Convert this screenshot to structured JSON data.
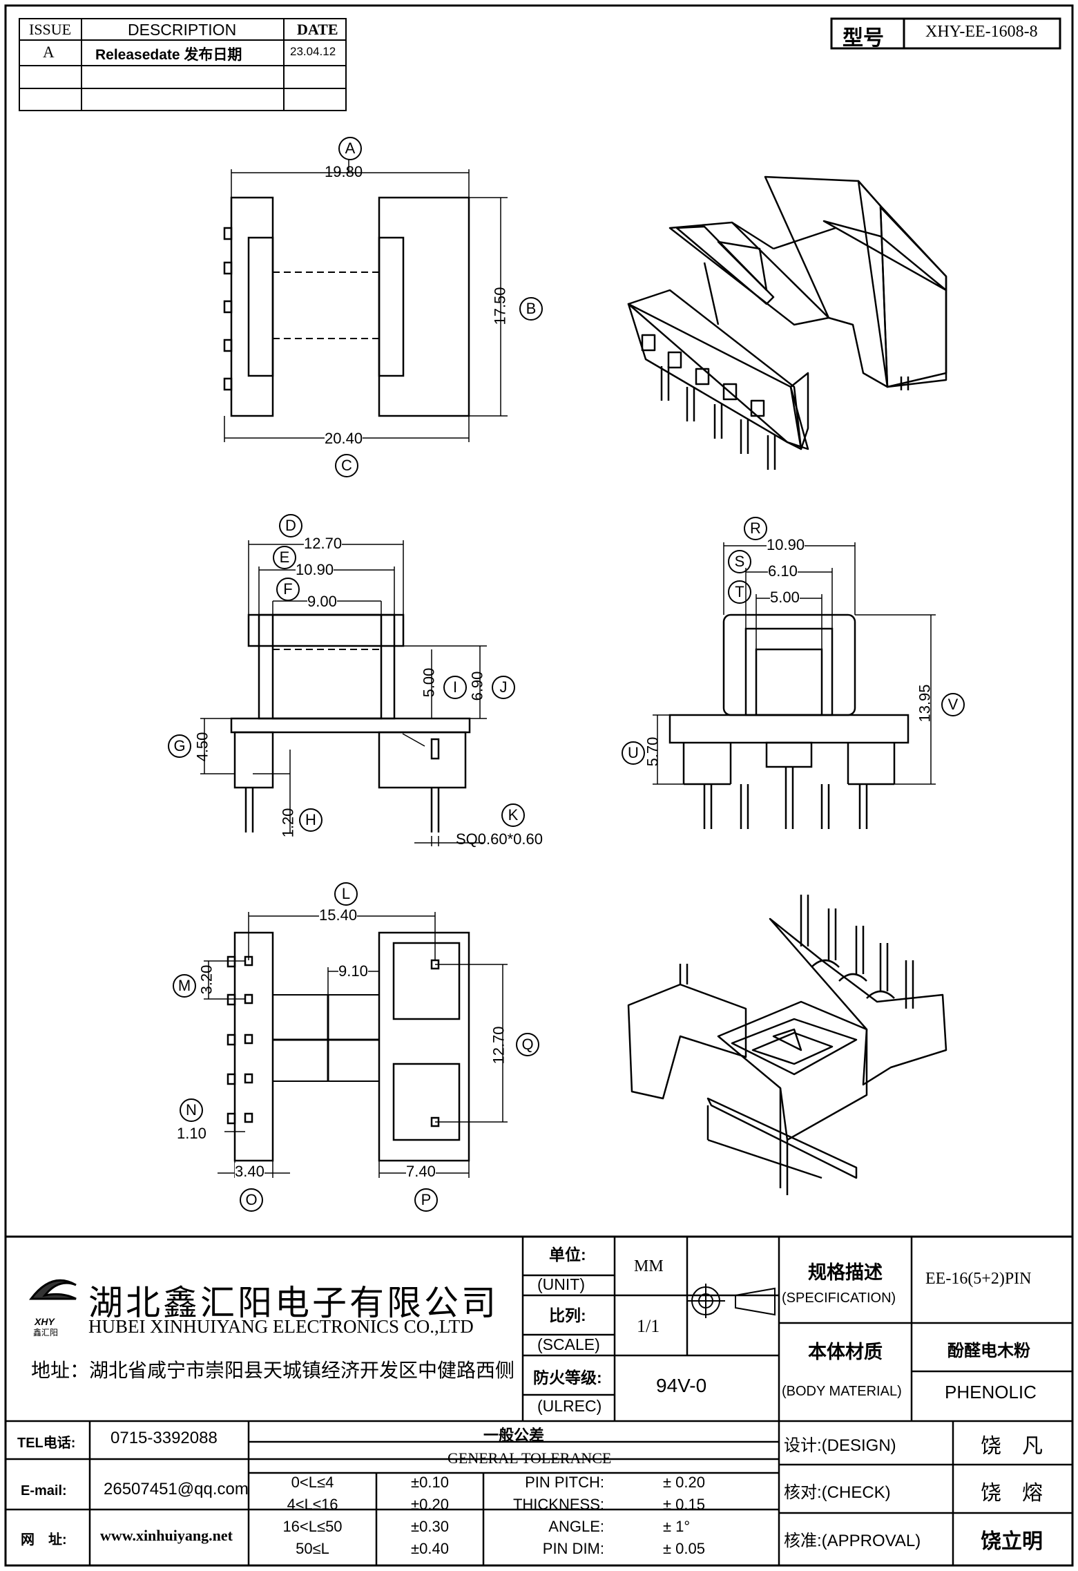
{
  "revision_table": {
    "headers": {
      "issue": "ISSUE",
      "description": "DESCRIPTION",
      "date": "DATE"
    },
    "rows": [
      {
        "issue": "A",
        "description": "Releasedate 发布日期",
        "date": "23.04.12"
      },
      {
        "issue": "",
        "description": "",
        "date": ""
      },
      {
        "issue": "",
        "description": "",
        "date": ""
      }
    ]
  },
  "model_box": {
    "label": "型号",
    "value": "XHY-EE-1608-8"
  },
  "dimensions": {
    "A": {
      "letter": "A",
      "value": "19.80"
    },
    "B": {
      "letter": "B",
      "value": "17.50"
    },
    "C": {
      "letter": "C",
      "value": "20.40"
    },
    "D": {
      "letter": "D",
      "value": "12.70"
    },
    "E": {
      "letter": "E",
      "value": "10.90"
    },
    "F": {
      "letter": "F",
      "value": "9.00"
    },
    "G": {
      "letter": "G",
      "value": "4.50"
    },
    "H": {
      "letter": "H",
      "value": "1.20"
    },
    "I": {
      "letter": "I",
      "value": "5.00"
    },
    "J": {
      "letter": "J",
      "value": "6.90"
    },
    "K": {
      "letter": "K",
      "value": "SQ0.60*0.60"
    },
    "L": {
      "letter": "L",
      "value": "15.40"
    },
    "M": {
      "letter": "M",
      "value": "3.20"
    },
    "N": {
      "letter": "N",
      "value": "1.10"
    },
    "O": {
      "letter": "O",
      "value": "3.40"
    },
    "P": {
      "letter": "P",
      "value": "7.40"
    },
    "Q": {
      "letter": "Q",
      "value": "12.70"
    },
    "R": {
      "letter": "R",
      "value": "10.90"
    },
    "S": {
      "letter": "S",
      "value": "6.10"
    },
    "T": {
      "letter": "T",
      "value": "5.00"
    },
    "U": {
      "letter": "U",
      "value": "5.70"
    },
    "V": {
      "letter": "V",
      "value": "13.95"
    },
    "extra": {
      "value": "9.10"
    }
  },
  "company": {
    "name_cn": "湖北鑫汇阳电子有限公司",
    "name_en": "HUBEI XINHUIYANG ELECTRONICS CO.,LTD",
    "logo_text": "XHY",
    "logo_sub": "鑫汇阳",
    "address": "地址：湖北省咸宁市崇阳县天城镇经济开发区中健路西侧"
  },
  "title_block": {
    "unit_label_cn": "单位:",
    "unit_label_en": "(UNIT)",
    "unit_value": "MM",
    "scale_label_cn": "比列:",
    "scale_label_en": "(SCALE)",
    "scale_value": "1/1",
    "ulrec_label_cn": "防火等级:",
    "ulrec_label_en": "(ULREC)",
    "ulrec_value": "94V-0",
    "spec_label_cn": "规格描述",
    "spec_label_en": "(SPECIFICATION)",
    "spec_value": "EE-16(5+2)PIN",
    "material_label_cn": "本体材质",
    "material_label_en": "(BODY MATERIAL)",
    "material_value_cn": "酚醛电木粉",
    "material_value_en": "PHENOLIC"
  },
  "contact": {
    "tel_label": "TEL电话:",
    "tel_value": "0715-3392088",
    "email_label": "E-mail:",
    "email_value": "26507451@qq.com",
    "web_label": "网　址:",
    "web_value": "www.xinhuiyang.net"
  },
  "tolerance": {
    "title_cn": "一般公差",
    "title_en": "GENERAL TOLERANCE",
    "ranges": [
      {
        "range": "0<L≤4",
        "tol": "±0.10"
      },
      {
        "range": "4<L≤16",
        "tol": "±0.20"
      },
      {
        "range": "16<L≤50",
        "tol": "±0.30"
      },
      {
        "range": "50≤L",
        "tol": "±0.40"
      }
    ],
    "params": [
      {
        "name": "PIN PITCH:",
        "value": "± 0.20"
      },
      {
        "name": "THICKNESS:",
        "value": "± 0.15"
      },
      {
        "name": "ANGLE:",
        "value": "± 1°"
      },
      {
        "name": "PIN DIM:",
        "value": "± 0.05"
      }
    ]
  },
  "approvals": {
    "design_label": "设计:(DESIGN)",
    "design_name": "饶　凡",
    "check_label": "核对:(CHECK)",
    "check_name": "饶　熔",
    "approval_label": "核准:(APPROVAL)",
    "approval_name": "饶立明"
  }
}
